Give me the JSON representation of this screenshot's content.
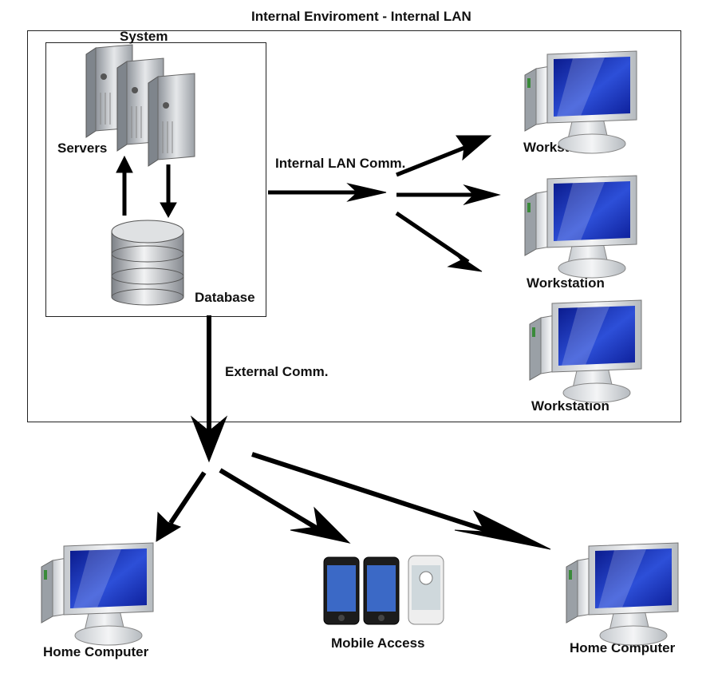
{
  "diagram": {
    "title": "Internal Enviroment - Internal LAN",
    "system_label": "System",
    "servers_label": "Servers",
    "database_label": "Database",
    "internal_comm_label": "Internal LAN Comm.",
    "external_comm_label": "External Comm.",
    "workstations": [
      "Workstation",
      "Workstation",
      "Workstation"
    ],
    "home_computers": [
      "Home Computer",
      "Home Computer"
    ],
    "mobile_label": "Mobile Access"
  },
  "colors": {
    "screen": "#1f3fc0",
    "monitor_body": "#d7dbe0",
    "arrow": "#000000",
    "border": "#222222"
  },
  "icons": [
    "server-icon",
    "database-icon",
    "monitor-icon",
    "phone-icon"
  ]
}
